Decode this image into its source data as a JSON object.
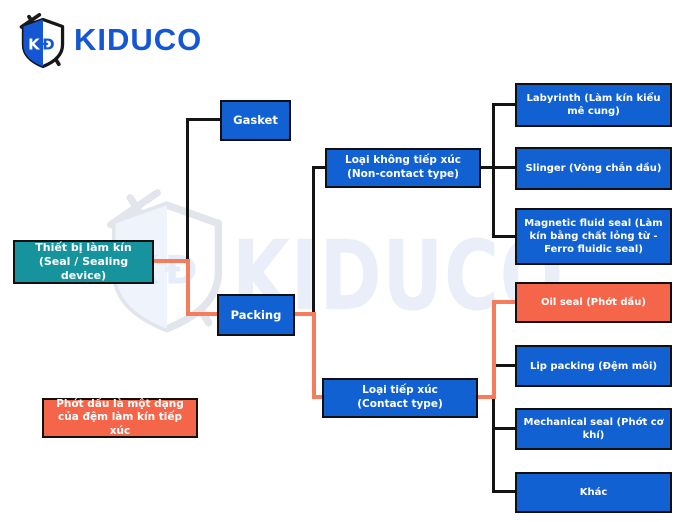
{
  "header": {
    "brand": "KIDUCO",
    "logo_k": "K",
    "logo_d": "Ð"
  },
  "watermark": {
    "brand": "KIDUCO"
  },
  "colors": {
    "blue": "#1161d2",
    "teal": "#17939e",
    "orange": "#f5654a",
    "orange_line": "#f57d5e",
    "line_black": "#141414",
    "logo_blue": "#1556d4",
    "wm_text": "#e9eef9"
  },
  "diagram": {
    "root": {
      "line1": "Thiết bị làm kín",
      "line2": "(Seal / Sealing device)"
    },
    "gasket": {
      "label": "Gasket"
    },
    "packing": {
      "label": "Packing"
    },
    "non_contact": {
      "line1": "Loại không tiếp xúc",
      "line2": "(Non-contact type)"
    },
    "contact": {
      "line1": "Loại tiếp xúc",
      "line2": "(Contact type)"
    },
    "non_contact_children": {
      "labyrinth": "Labyrinth (Làm kín kiểu mê cung)",
      "slinger": "Slinger (Vòng chắn dầu)",
      "magnetic_fluid_seal": "Magnetic fluid seal (Làm kín bằng chất lỏng từ - Ferro fluidic seal)"
    },
    "contact_children": {
      "oil_seal": "Oil seal (Phớt dầu)",
      "lip_packing": "Lip packing (Đệm môi)",
      "mechanical_seal": "Mechanical seal (Phớt cơ khí)",
      "other": "Khác"
    },
    "note": "Phớt dầu là một dạng của đệm làm kín tiếp xúc"
  }
}
